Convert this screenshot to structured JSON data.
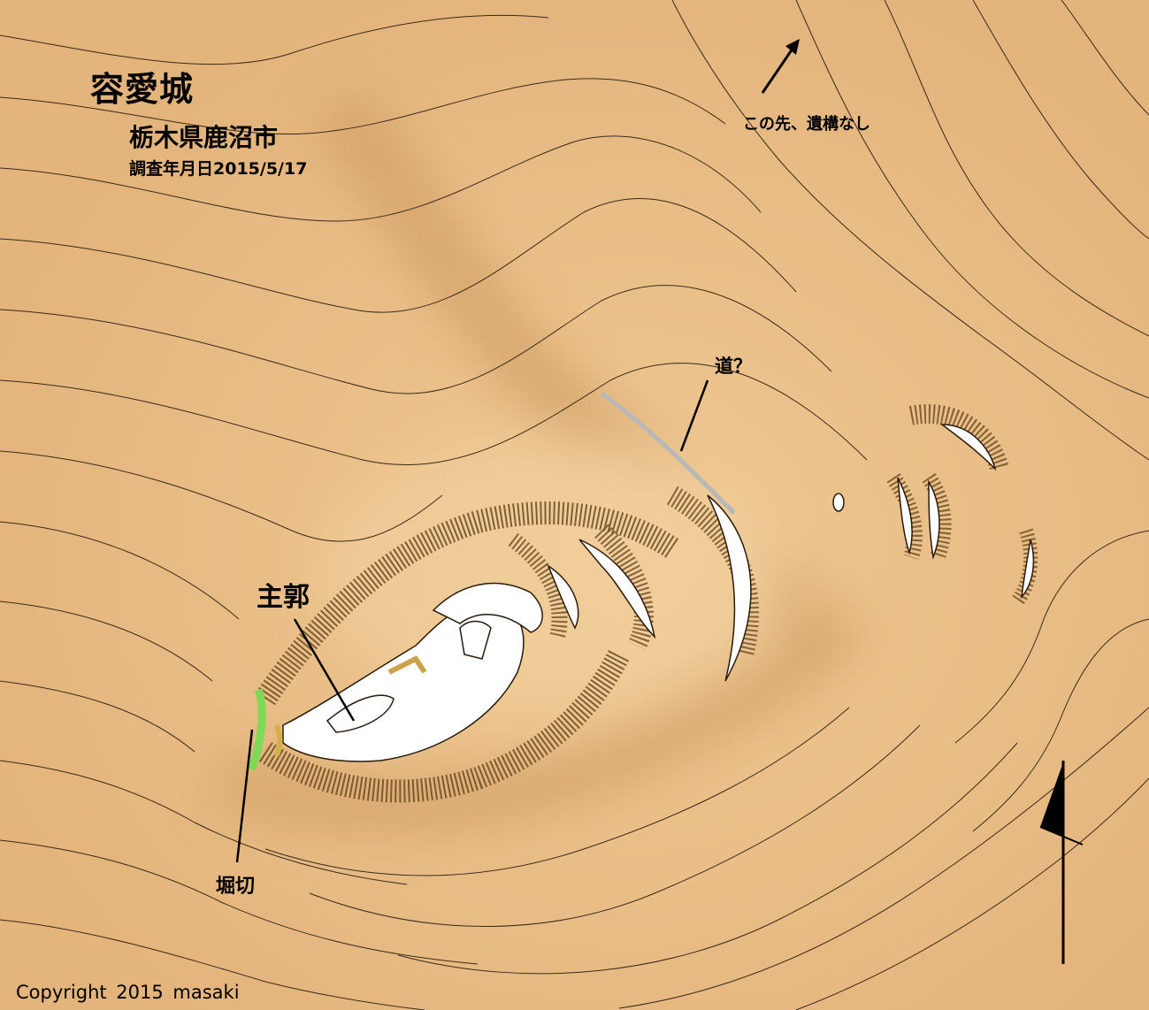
{
  "map": {
    "title": "容愛城",
    "location": "栃木県鹿沼市",
    "survey_date": "調査年月日2015/5/17",
    "annotations": {
      "north_note": "この先、遺構なし",
      "road_note": "道？",
      "main_enclosure": "主郭",
      "moat_cut": "堀切"
    },
    "copyright": "Copyright   2015   masaki",
    "colors": {
      "ground": "#e3b47c",
      "contour": "#3a2a18",
      "slope": "#6b4a22",
      "flat": "#ffffff",
      "moat": "#7ed957",
      "road": "#b8b8b8"
    },
    "icons": [
      "north-arrow-icon",
      "direction-arrow-icon"
    ]
  }
}
